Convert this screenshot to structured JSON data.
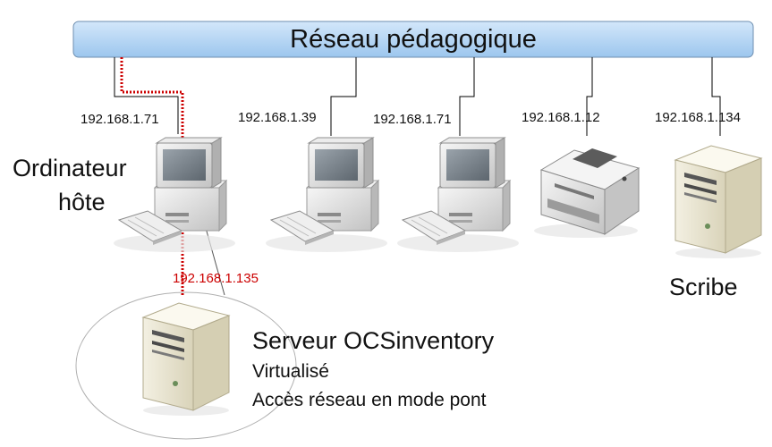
{
  "network": {
    "title": "Réseau pédagogique",
    "bus_color": "#b6d6f4",
    "link_color": "#000000",
    "virtual_link_color": "#cc0000"
  },
  "host": {
    "ip": "192.168.1.71",
    "label_line1": "Ordinateur",
    "label_line2": "hôte",
    "icon": "desktop-computer-icon"
  },
  "workstations": [
    {
      "ip": "192.168.1.39",
      "icon": "desktop-computer-icon"
    },
    {
      "ip": "192.168.1.71",
      "icon": "desktop-computer-icon"
    }
  ],
  "printer": {
    "ip": "192.168.1.12",
    "icon": "printer-icon"
  },
  "scribe": {
    "ip": "192.168.1.134",
    "label": "Scribe",
    "icon": "server-tower-icon"
  },
  "ocs_server": {
    "ip": "192.168.1.135",
    "title": "Serveur OCSinventory",
    "line1": "Virtualisé",
    "line2": "Accès réseau en mode pont",
    "icon": "server-tower-icon"
  }
}
